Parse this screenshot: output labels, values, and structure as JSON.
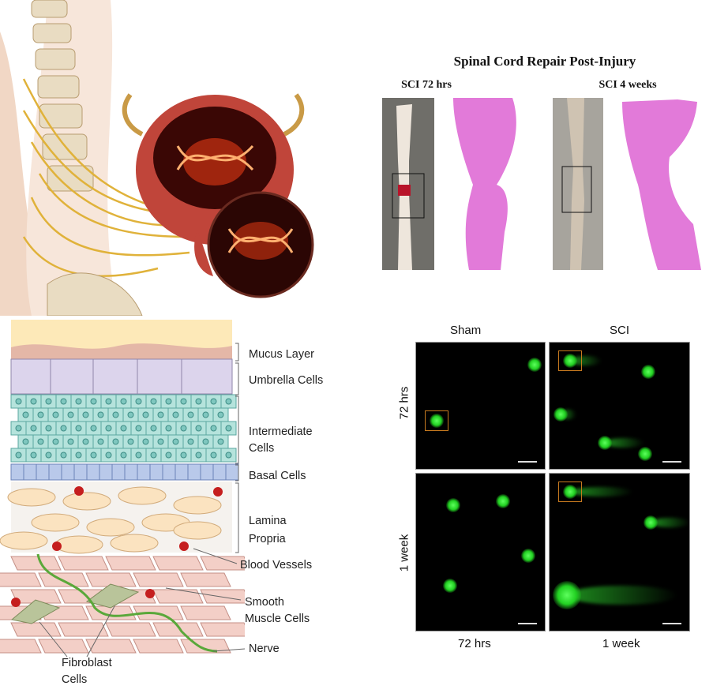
{
  "spinal_panel": {
    "title": "Spinal Cord Repair Post-Injury",
    "left_label": "SCI 72 hrs",
    "right_label": "SCI 4 weeks"
  },
  "bladder_layers": {
    "labels": {
      "mucus": "Mucus Layer",
      "umbrella": "Umbrella Cells",
      "intermediate_1": "Intermediate",
      "intermediate_2": "Cells",
      "basal": "Basal Cells",
      "lamina_1": "Lamina",
      "lamina_2": "Propria",
      "blood": "Blood Vessels",
      "smooth_1": "Smooth",
      "smooth_2": "Muscle Cells",
      "nerve": "Nerve",
      "fibro_1": "Fibroblast",
      "fibro_2": "Cells"
    }
  },
  "comet_assay": {
    "col_sham": "Sham",
    "col_sci": "SCI",
    "row_72": "72 hrs",
    "row_1w": "1 week",
    "bottom_left": "72 hrs",
    "bottom_right": "1 week"
  },
  "colors": {
    "nucleus": "#3ee83e",
    "highlight_box": "#c77a1f",
    "he_stain": "#e070d8"
  }
}
